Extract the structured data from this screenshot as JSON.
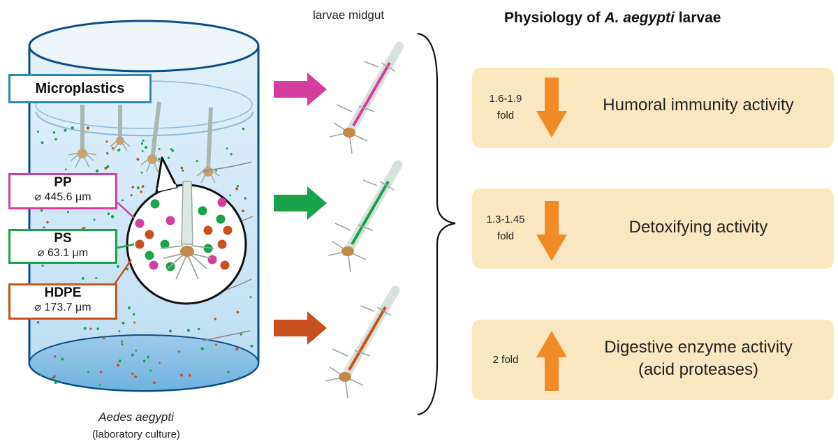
{
  "header": {
    "title_prefix": "Physiology of ",
    "title_species": "A. aegypti",
    "title_suffix": " larvae",
    "midgut_label": "larvae midgut"
  },
  "culture": {
    "microplastics_label": "Microplastics",
    "species": "Aedes aegypti",
    "note": "(laboratory culture)"
  },
  "particles": [
    {
      "name": "PP",
      "size": "⌀ 445.6 μm",
      "color": "#d33f9c"
    },
    {
      "name": "PS",
      "size": "⌀ 63.1 μm",
      "color": "#1aa34a"
    },
    {
      "name": "HDPE",
      "size": "⌀ 173.7 μm",
      "color": "#c8511f"
    }
  ],
  "effects": [
    {
      "fold_line1": "1.6-1.9",
      "fold_line2": "fold",
      "direction": "down",
      "activity_line1": "Humoral immunity activity",
      "activity_line2": ""
    },
    {
      "fold_line1": "1.3-1.45",
      "fold_line2": "fold",
      "direction": "down",
      "activity_line1": "Detoxifying activity",
      "activity_line2": ""
    },
    {
      "fold_line1": "2 fold",
      "fold_line2": "",
      "direction": "up",
      "activity_line1": "Digestive enzyme activity",
      "activity_line2": "(acid proteases)"
    }
  ],
  "colors": {
    "arrow_orange": "#f28a25",
    "effect_box": "#fbe8c0",
    "container_border": "#0b4d86",
    "water": "#cfe6f5"
  }
}
